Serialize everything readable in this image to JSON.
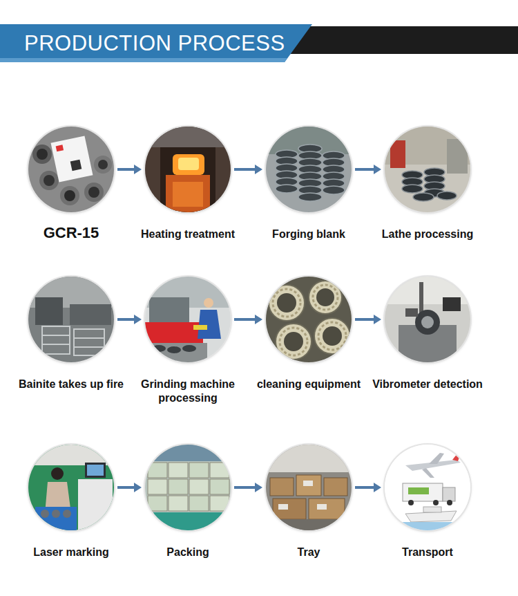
{
  "diagram": {
    "title": "PRODUCTION PROCESS",
    "nodes": [
      {
        "text": [
          "GCR-15"
        ]
      },
      {
        "text": [
          "Heating treatment"
        ]
      },
      {
        "text": [
          "Forging blank"
        ]
      },
      {
        "text": [
          "Lathe processing"
        ]
      },
      {
        "text": [
          "Bainite takes up fire"
        ]
      },
      {
        "text": [
          "Grinding machine processing"
        ]
      },
      {
        "text": [
          "cleaning equipment"
        ]
      },
      {
        "text": [
          "Vibrometer detection"
        ]
      },
      {
        "text": [
          "Laser marking"
        ]
      },
      {
        "text": [
          "Packing"
        ]
      },
      {
        "text": [
          "Tray"
        ]
      },
      {
        "text": [
          "Transport"
        ]
      }
    ],
    "edges": [
      {
        "from": 0,
        "to": 1,
        "arrow": "to"
      },
      {
        "from": 1,
        "to": 2,
        "arrow": "to"
      },
      {
        "from": 2,
        "to": 3,
        "arrow": "to"
      },
      {
        "from": 4,
        "to": 5,
        "arrow": "to"
      },
      {
        "from": 5,
        "to": 6,
        "arrow": "to"
      },
      {
        "from": 6,
        "to": 7,
        "arrow": "to"
      },
      {
        "from": 8,
        "to": 9,
        "arrow": "to"
      },
      {
        "from": 9,
        "to": 10,
        "arrow": "to"
      },
      {
        "from": 10,
        "to": 11,
        "arrow": "to"
      }
    ]
  }
}
